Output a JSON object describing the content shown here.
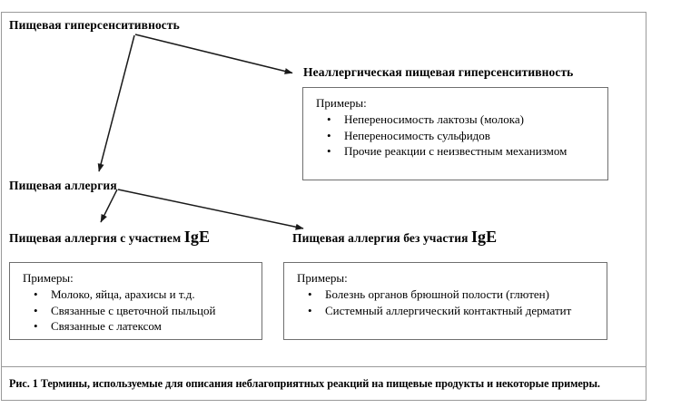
{
  "figure": {
    "root_label": "Пищевая гиперсенситивность",
    "nonallergic_label": "Неаллергическая пищевая  гиперсенситивность",
    "allergy_label": "Пищевая аллергия",
    "ige_label_text": "Пищевая аллергия с участием ",
    "ige_label_mark": "IgE",
    "nonige_label_text": "Пищевая аллергия без участия ",
    "nonige_label_mark": "IgE",
    "caption": "Рис. 1  Термины, используемые для описания неблагоприятных реакций на пищевые продукты и некоторые примеры."
  },
  "boxes": {
    "nonallergic": {
      "examples_label": "Примеры:",
      "items": [
        "Непереносимость лактозы (молока)",
        "Непереносимость сульфидов",
        "Прочие реакции с неизвестным механизмом"
      ]
    },
    "ige": {
      "examples_label": "Примеры:",
      "items": [
        "Молоко, яйца, арахисы и т.д.",
        "Связанные с цветочной пыльцой",
        "Связанные с латексом"
      ]
    },
    "nonige": {
      "examples_label": "Примеры:",
      "items": [
        "Болезнь органов брюшной полости (глютен)",
        "Системный аллергический контактный дерматит"
      ]
    }
  },
  "bullet": {
    "glyph": "•"
  },
  "colors": {
    "frame": "#9a9a9a",
    "box_border": "#6f6f6f",
    "arrow": "#1a1a1a",
    "text": "#000000",
    "background": "#ffffff"
  }
}
